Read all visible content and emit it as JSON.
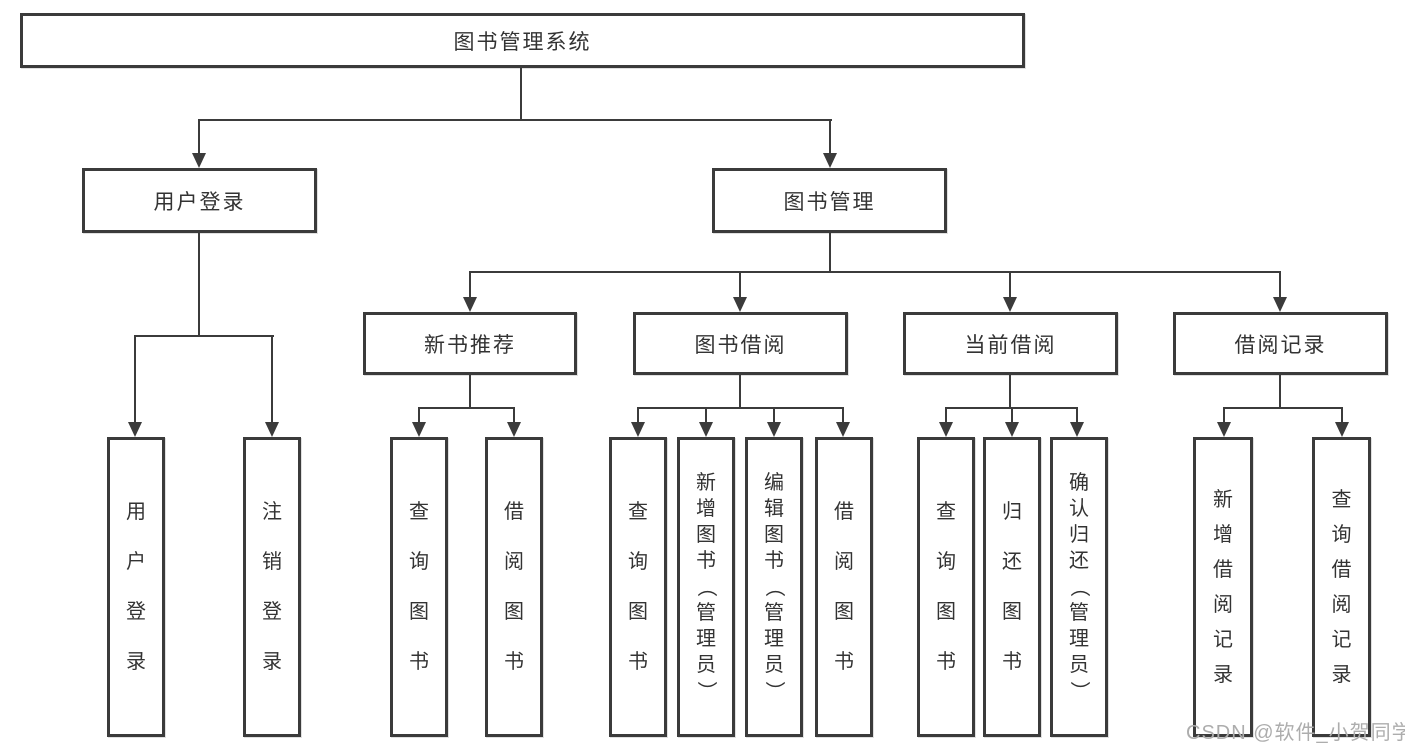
{
  "tree": {
    "root": {
      "label": "图书管理系统"
    },
    "branches": [
      {
        "label": "用户登录",
        "leaves": [
          {
            "label": "用户登录"
          },
          {
            "label": "注销登录"
          }
        ]
      },
      {
        "label": "图书管理",
        "sections": [
          {
            "label": "新书推荐",
            "leaves": [
              {
                "label": "查询图书"
              },
              {
                "label": "借阅图书"
              }
            ]
          },
          {
            "label": "图书借阅",
            "leaves": [
              {
                "label": "查询图书"
              },
              {
                "label": "新增图书（管理员）"
              },
              {
                "label": "编辑图书（管理员）"
              },
              {
                "label": "借阅图书"
              }
            ]
          },
          {
            "label": "当前借阅",
            "leaves": [
              {
                "label": "查询图书"
              },
              {
                "label": "归还图书"
              },
              {
                "label": "确认归还（管理员）"
              }
            ]
          },
          {
            "label": "借阅记录",
            "leaves": [
              {
                "label": "新增借阅记录"
              },
              {
                "label": "查询借阅记录"
              }
            ]
          }
        ]
      }
    ]
  },
  "watermark": {
    "text": "CSDN @软件_小贺同学"
  },
  "colors": {
    "line": "#3b3b3b",
    "text": "#333333",
    "background": "#ffffff",
    "watermark": "#adadad"
  }
}
